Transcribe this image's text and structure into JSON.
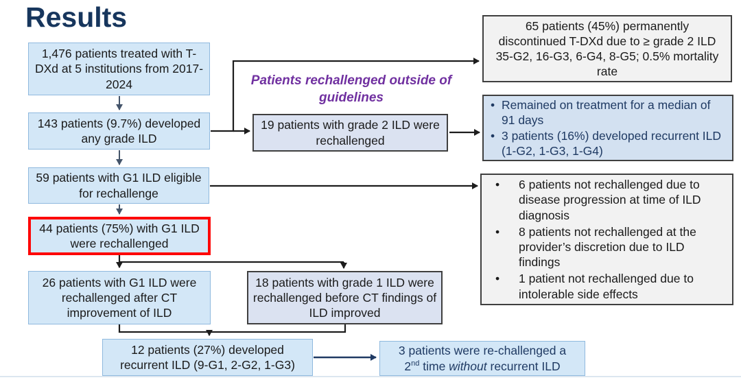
{
  "title": "Results",
  "ui": {
    "bullet": "•"
  },
  "colors": {
    "title_navy": "#17365d",
    "purple_accent": "#7030a0",
    "red_highlight": "#fe0505",
    "light_blue_fill": "#d3e7f7",
    "light_blue_border": "#8fb9de",
    "lavender_fill": "#dbe2f1",
    "gray_fill": "#f2f2f2",
    "dark_border": "#3f3f3f",
    "slate_arrow": "#44546a",
    "navy_arrow": "#1f3a63"
  },
  "annotation": {
    "text": "Patients rechallenged outside of guidelines"
  },
  "flow": {
    "treated": {
      "text": "1,476 patients treated with T-DXd at 5 institutions from 2017-2024"
    },
    "developed_ild": {
      "text": "143 patients (9.7%) developed any grade ILD"
    },
    "eligible": {
      "text": "59 patients with G1 ILD eligible for rechallenge"
    },
    "rechallenged_g1": {
      "text": "44 patients (75%) with G1 ILD were rechallenged"
    },
    "rechallenged_after_ct": {
      "text": "26 patients with G1 ILD were rechallenged after CT improvement of ILD"
    },
    "grade2_rechallenged": {
      "text": "19 patients with grade 2 ILD were rechallenged"
    },
    "grade1_before_ct": {
      "text": "18 patients with grade 1 ILD were rechallenged before CT findings of ILD improved"
    },
    "recurrent": {
      "text": "12 patients (27%) developed recurrent ILD (9-G1, 2-G2, 1-G3)"
    },
    "rechallenged_2nd": {
      "line1": "3 patients were re-challenged a",
      "l2_pre": "2",
      "l2_sup": "nd",
      "l2_mid": " time ",
      "l2_em": "without",
      "l2_post": " recurrent ILD"
    }
  },
  "right_boxes": {
    "discontinued": {
      "text": "65 patients (45%) permanently discontinued T-DXd due to ≥ grade 2 ILD 35-G2, 16-G3, 6-G4, 8-G5; 0.5% mortality rate"
    },
    "treatment_outcomes": {
      "bullets": [
        "Remained on treatment for a median of 91 days",
        "3 patients (16%) developed recurrent ILD (1-G2, 1-G3, 1-G4)"
      ]
    },
    "not_rechallenged": {
      "bullets": [
        "6 patients not rechallenged due to disease progression at time of ILD diagnosis",
        "8 patients not rechallenged at the provider’s discretion due to ILD findings",
        "1 patient not rechallenged due to intolerable side effects"
      ]
    }
  }
}
